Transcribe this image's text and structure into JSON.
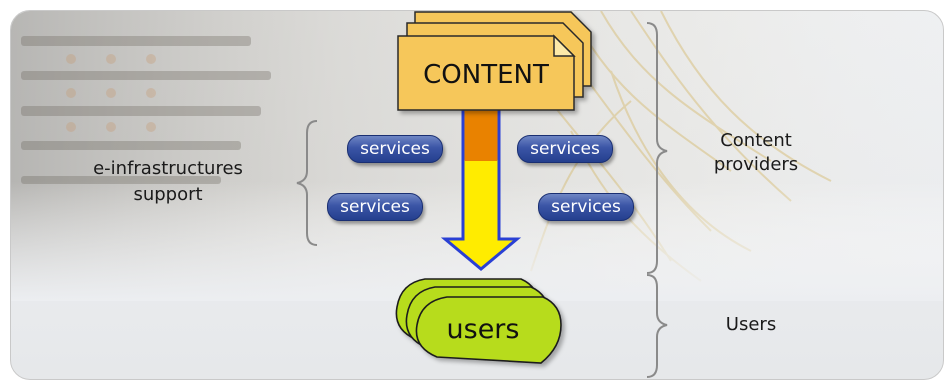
{
  "diagram": {
    "content_label": "CONTENT",
    "users_label": "users",
    "services": [
      "services",
      "services",
      "services",
      "services"
    ],
    "left_brace_label": "e-infrastructures support",
    "right_labels": {
      "content_providers": "Content providers",
      "users": "Users"
    }
  },
  "colors": {
    "content_fill": "#f6c75a",
    "users_fill": "#b7dc1d",
    "arrow_top": "#f28c00",
    "arrow_bottom": "#ffec00",
    "arrow_outline": "#2a40d4",
    "pill_fill": "#2f4c9c"
  }
}
